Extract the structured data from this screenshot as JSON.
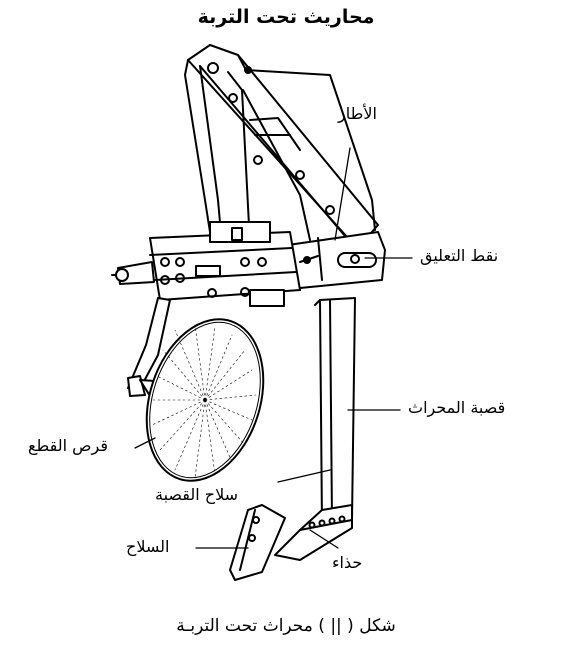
{
  "title": "محاريث تحت التربة",
  "labels": {
    "frame": "الأطار",
    "hitch_points": "نقط التعليق",
    "shank": "قصبة المحراث",
    "cutting_disc": "قرص القطع",
    "shank_blade": "سلاح القصبة",
    "share": "السلاح",
    "shoe": "حذاء"
  },
  "caption": "شكل (  ||  )  محراث تحت التربـة",
  "colors": {
    "ink": "#000000",
    "paper": "#ffffff"
  }
}
